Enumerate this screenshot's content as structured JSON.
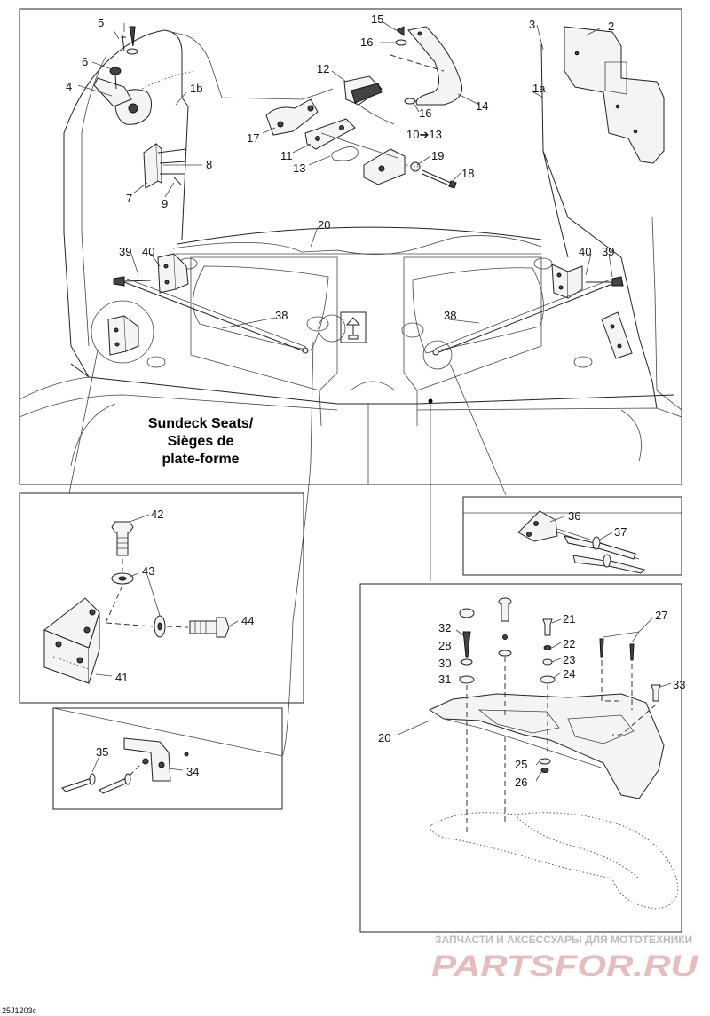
{
  "diagram": {
    "title_lines": [
      "Sundeck Seats/",
      "Sièges de",
      "plate-forme"
    ],
    "drawing_code": "25J1203c",
    "watermark": {
      "caption": "ЗАПЧАСТИ И АКСЕССУАРЫ ДЛЯ МОТОТЕХНИКИ",
      "logo": "PARTSFOR.RU"
    },
    "labels": {
      "p1a": "1a",
      "p1b": "1b",
      "p2": "2",
      "p3": "3",
      "p4": "4",
      "p5": "5",
      "p6": "6",
      "p7": "7",
      "p8": "8",
      "p9": "9",
      "p10_13": "10➔13",
      "p11": "11",
      "p12": "12",
      "p13": "13",
      "p14": "14",
      "p15": "15",
      "p16a": "16",
      "p16b": "16",
      "p17": "17",
      "p18": "18",
      "p19": "19",
      "p20a": "20",
      "p20b": "20",
      "p21": "21",
      "p22": "22",
      "p23": "23",
      "p24": "24",
      "p25": "25",
      "p26": "26",
      "p27": "27",
      "p28": "28",
      "p30": "30",
      "p31": "31",
      "p32": "32",
      "p33": "33",
      "p34": "34",
      "p35": "35",
      "p36": "36",
      "p37": "37",
      "p38a": "38",
      "p38b": "38",
      "p39a": "39",
      "p39b": "39",
      "p40a": "40",
      "p40b": "40",
      "p41": "41",
      "p42": "42",
      "p43": "43",
      "p44": "44"
    }
  }
}
